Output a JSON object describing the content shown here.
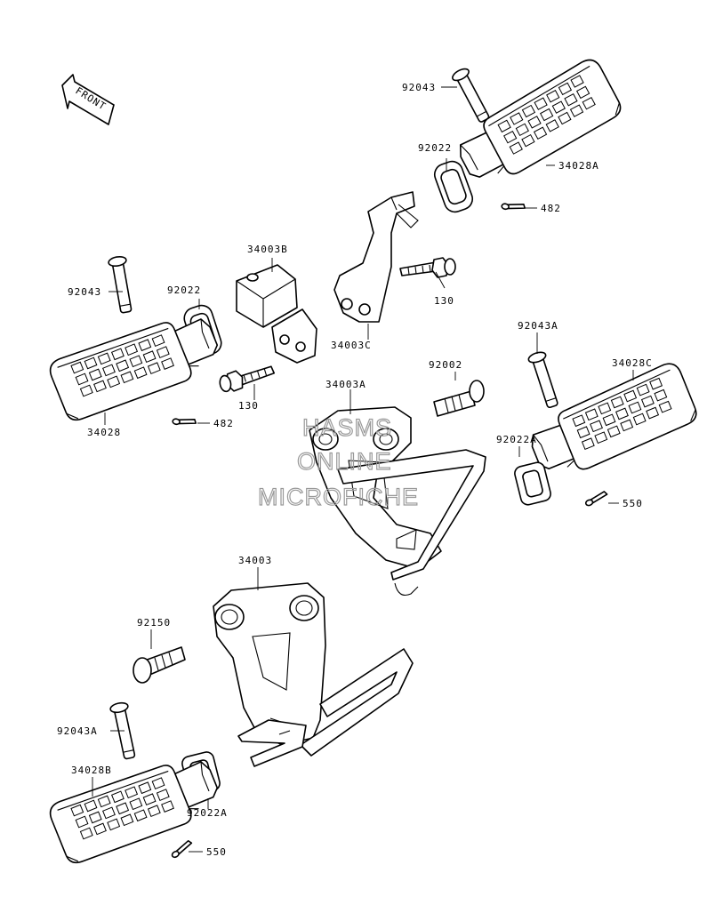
{
  "diagram": {
    "watermark": [
      "HASMS",
      "ONLINE",
      "MICROFICHE"
    ],
    "front_indicator": {
      "label": "FRONT",
      "icon": "front-arrow-icon"
    },
    "labels": {
      "p92043_top": "92043",
      "p34028A": "34028A",
      "p92022_top": "92022",
      "p482_top": "482",
      "p34003B": "34003B",
      "p130_top": "130",
      "p34003C": "34003C",
      "p92043_left": "92043",
      "p92022_left": "92022",
      "p130_left": "130",
      "p34028": "34028",
      "p482_left": "482",
      "p34003A": "34003A",
      "p92002": "92002",
      "p92043A_right": "92043A",
      "p34028C": "34028C",
      "p92022A_right": "92022A",
      "p550_right": "550",
      "p34003": "34003",
      "p92150": "92150",
      "p92043A_left": "92043A",
      "p34028B": "34028B",
      "p92022A_bottom": "92022A",
      "p550_bottom": "550"
    }
  }
}
